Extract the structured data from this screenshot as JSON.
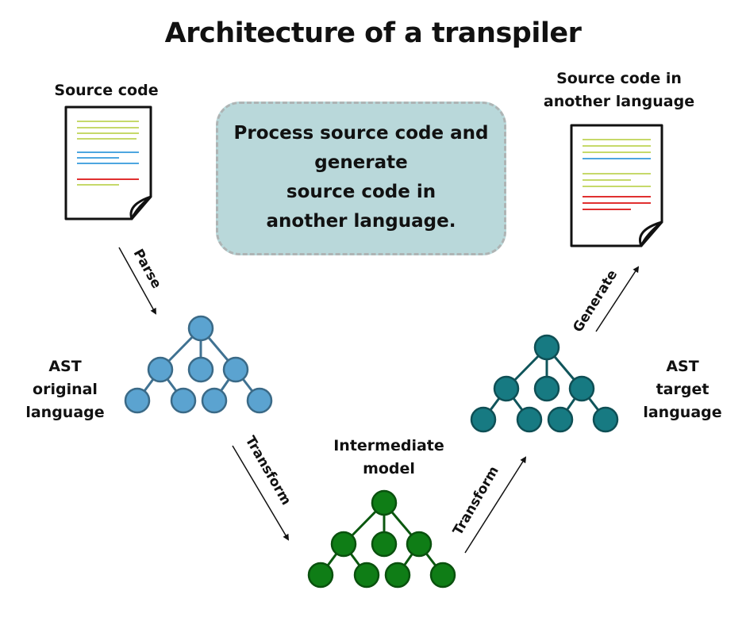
{
  "title": "Architecture of a transpiler",
  "callout": "Process source code and\ngenerate\nsource code in\nanother language.",
  "nodes": {
    "source": "Source code",
    "target_source": "Source code  in\nanother language",
    "ast_original": "AST\noriginal\nlanguage",
    "intermediate": "Intermediate\nmodel",
    "ast_target": "AST\ntarget\nlanguage"
  },
  "edges": {
    "parse": "Parse",
    "transform_in": "Transform",
    "transform_out": "Transform",
    "generate": "Generate"
  },
  "colors": {
    "ast_original": "#5ba3d0",
    "intermediate": "#0f7d16",
    "ast_target": "#177a82",
    "callout_bg": "#b9d8da",
    "code_green": "#c6d96a",
    "code_blue": "#4da6e0",
    "code_red": "#e03030"
  }
}
